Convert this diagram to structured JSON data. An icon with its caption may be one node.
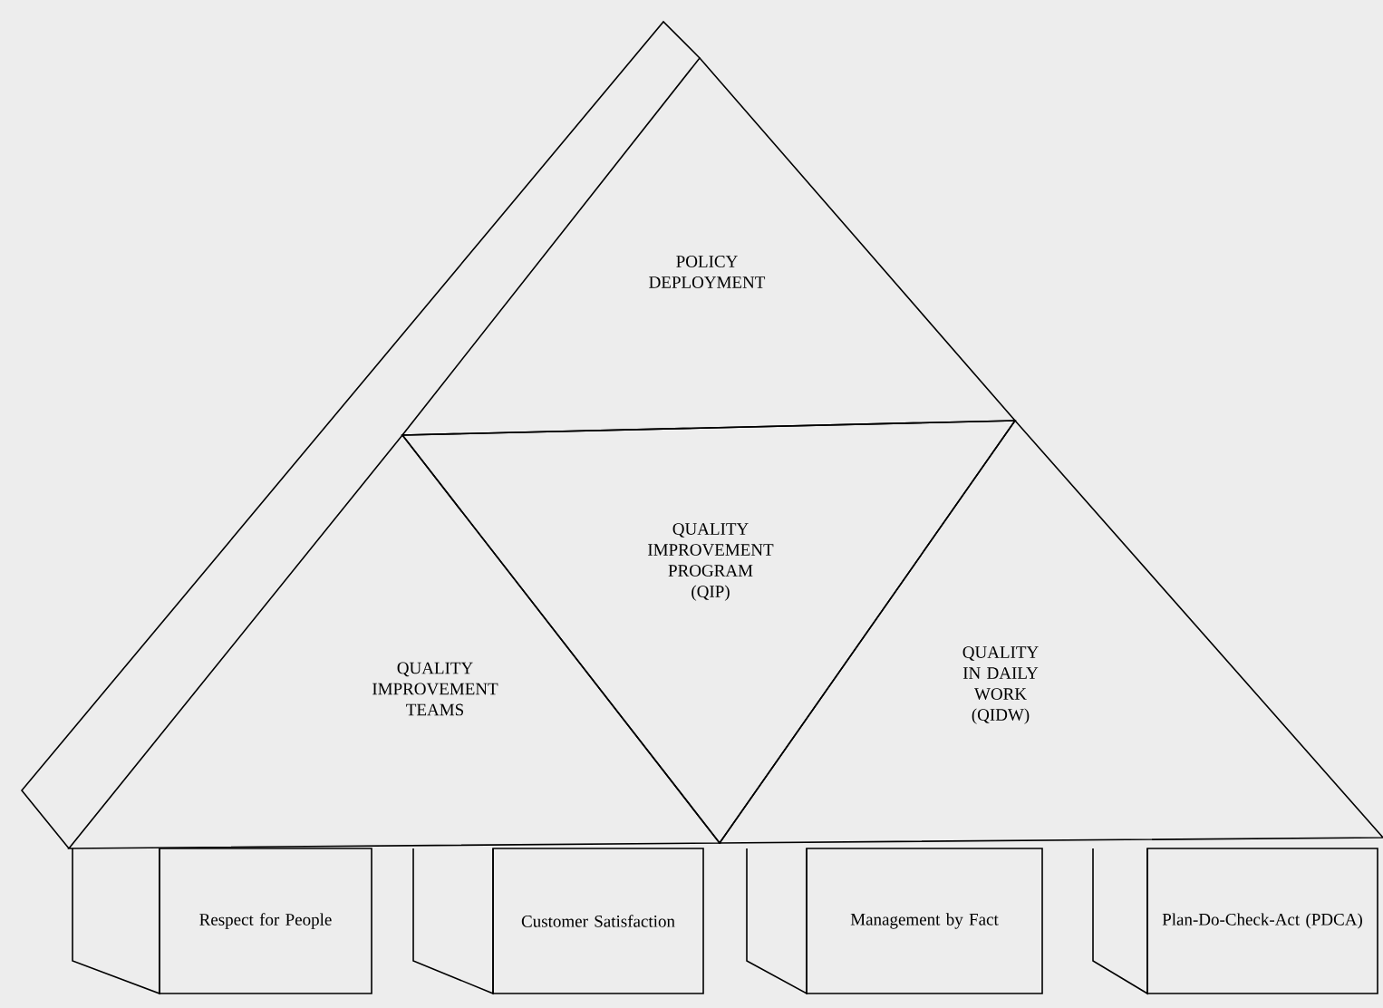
{
  "diagram": {
    "nodes": [
      {
        "text": [
          "POLICY DEPLOYMENT"
        ]
      },
      {
        "text": [
          "QUALITY IMPROVEMENT PROGRAM (QIP)"
        ]
      },
      {
        "text": [
          "QUALITY IMPROVEMENT TEAMS"
        ]
      },
      {
        "text": [
          "QUALITY IN DAILY WORK (QIDW)"
        ]
      },
      {
        "text": [
          "Respect for People"
        ]
      },
      {
        "text": [
          "Customer Satisfaction"
        ]
      },
      {
        "text": [
          "Management by Fact"
        ]
      },
      {
        "text": [
          "Plan-Do-Check-Act (PDCA)"
        ]
      }
    ]
  }
}
